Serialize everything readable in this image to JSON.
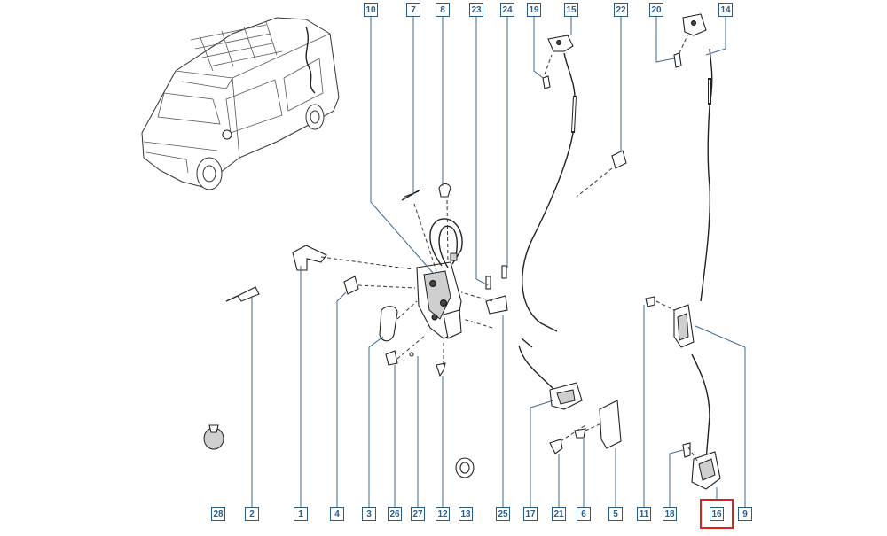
{
  "callouts": {
    "top": [
      "10",
      "7",
      "8",
      "23",
      "24",
      "19",
      "15",
      "22",
      "20",
      "14"
    ],
    "bottom": [
      "28",
      "2",
      "1",
      "4",
      "3",
      "26",
      "27",
      "12",
      "13",
      "25",
      "17",
      "21",
      "6",
      "5",
      "11",
      "18",
      "16",
      "9"
    ]
  },
  "highlighted_part": "16",
  "colors": {
    "callout_border": "#2a5d8a",
    "highlight": "#e0201b",
    "line": "#222222"
  }
}
